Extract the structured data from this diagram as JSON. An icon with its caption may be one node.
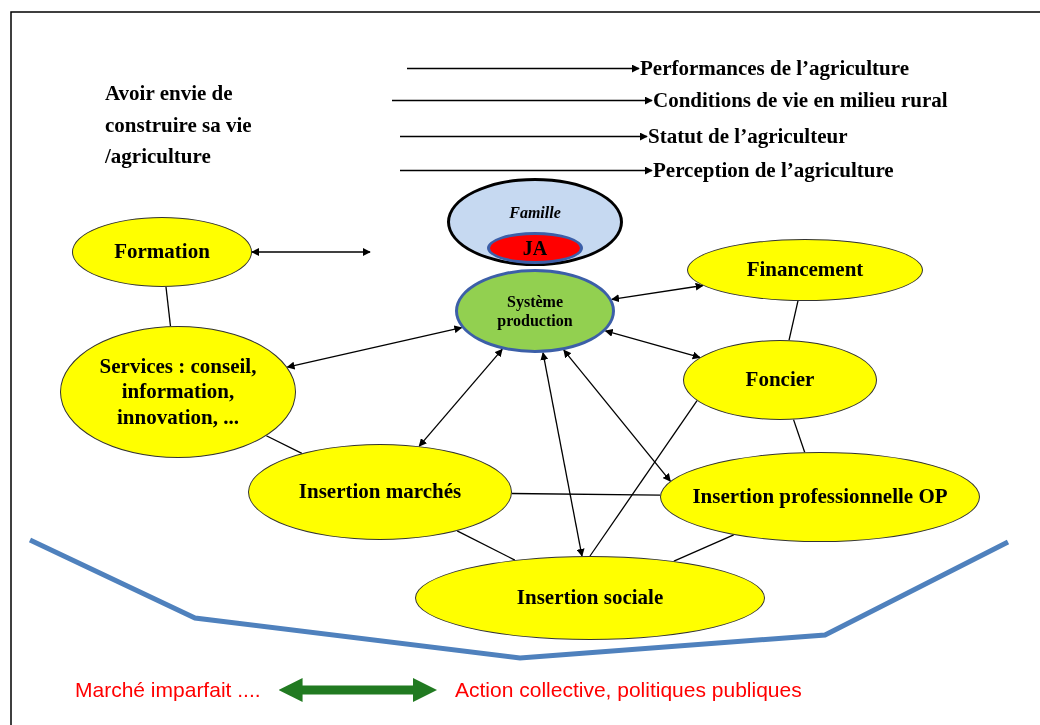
{
  "diagram": {
    "nodes": [
      {
        "text": [
          "Performances de l’agriculture"
        ]
      },
      {
        "text": [
          "Conditions de vie en milieu rural"
        ]
      },
      {
        "text": [
          "Statut de l’agriculteur"
        ]
      },
      {
        "text": [
          "Perception de l’agriculture"
        ]
      },
      {
        "text": [
          "Famille"
        ]
      },
      {
        "text": [
          "JA"
        ],
        "in": 4
      },
      {
        "text": [
          "Système production"
        ]
      },
      {
        "text": [
          "Formation"
        ]
      },
      {
        "text": [
          "Financement"
        ]
      },
      {
        "text": [
          "Services : conseil, information, innovation, ..."
        ]
      },
      {
        "text": [
          "Foncier"
        ]
      },
      {
        "text": [
          "Insertion marchés"
        ]
      },
      {
        "text": [
          "Insertion professionnelle OP"
        ]
      },
      {
        "text": [
          "Insertion sociale"
        ]
      },
      {
        "text": [
          "Marché  imparfait ...."
        ]
      },
      {
        "text": [
          "Action collective, politiques publiques"
        ]
      }
    ],
    "edges": [
      {
        "from": null,
        "to": 0,
        "arrow": "to"
      },
      {
        "from": null,
        "to": 1,
        "arrow": "to"
      },
      {
        "from": null,
        "to": 2,
        "arrow": "to"
      },
      {
        "from": null,
        "to": 3,
        "arrow": "to"
      },
      {
        "from": 7,
        "to": null,
        "arrow": "both"
      },
      {
        "from": 6,
        "to": 8,
        "arrow": "both"
      },
      {
        "from": 6,
        "to": 9,
        "arrow": "both"
      },
      {
        "from": 6,
        "to": 10,
        "arrow": "both"
      },
      {
        "from": 6,
        "to": 11,
        "arrow": "both"
      },
      {
        "from": 6,
        "to": 13,
        "arrow": "both"
      },
      {
        "from": 6,
        "to": 12,
        "arrow": "both"
      },
      {
        "from": 7,
        "to": 9,
        "arrow": "none"
      },
      {
        "from": 8,
        "to": 10,
        "arrow": "none"
      },
      {
        "from": 10,
        "to": 12,
        "arrow": "none"
      },
      {
        "from": 10,
        "to": 13,
        "arrow": "none"
      },
      {
        "from": 9,
        "to": 11,
        "arrow": "none"
      },
      {
        "from": 11,
        "to": 12,
        "arrow": "none"
      },
      {
        "from": 11,
        "to": 13,
        "arrow": "none"
      },
      {
        "from": 12,
        "to": 13,
        "arrow": "none"
      },
      {
        "from": 14,
        "to": 15,
        "arrow": "both",
        "style": "thick",
        "color": "#217a21"
      }
    ],
    "labels": [
      "Avoir envie de construire sa vie /agriculture"
    ]
  }
}
